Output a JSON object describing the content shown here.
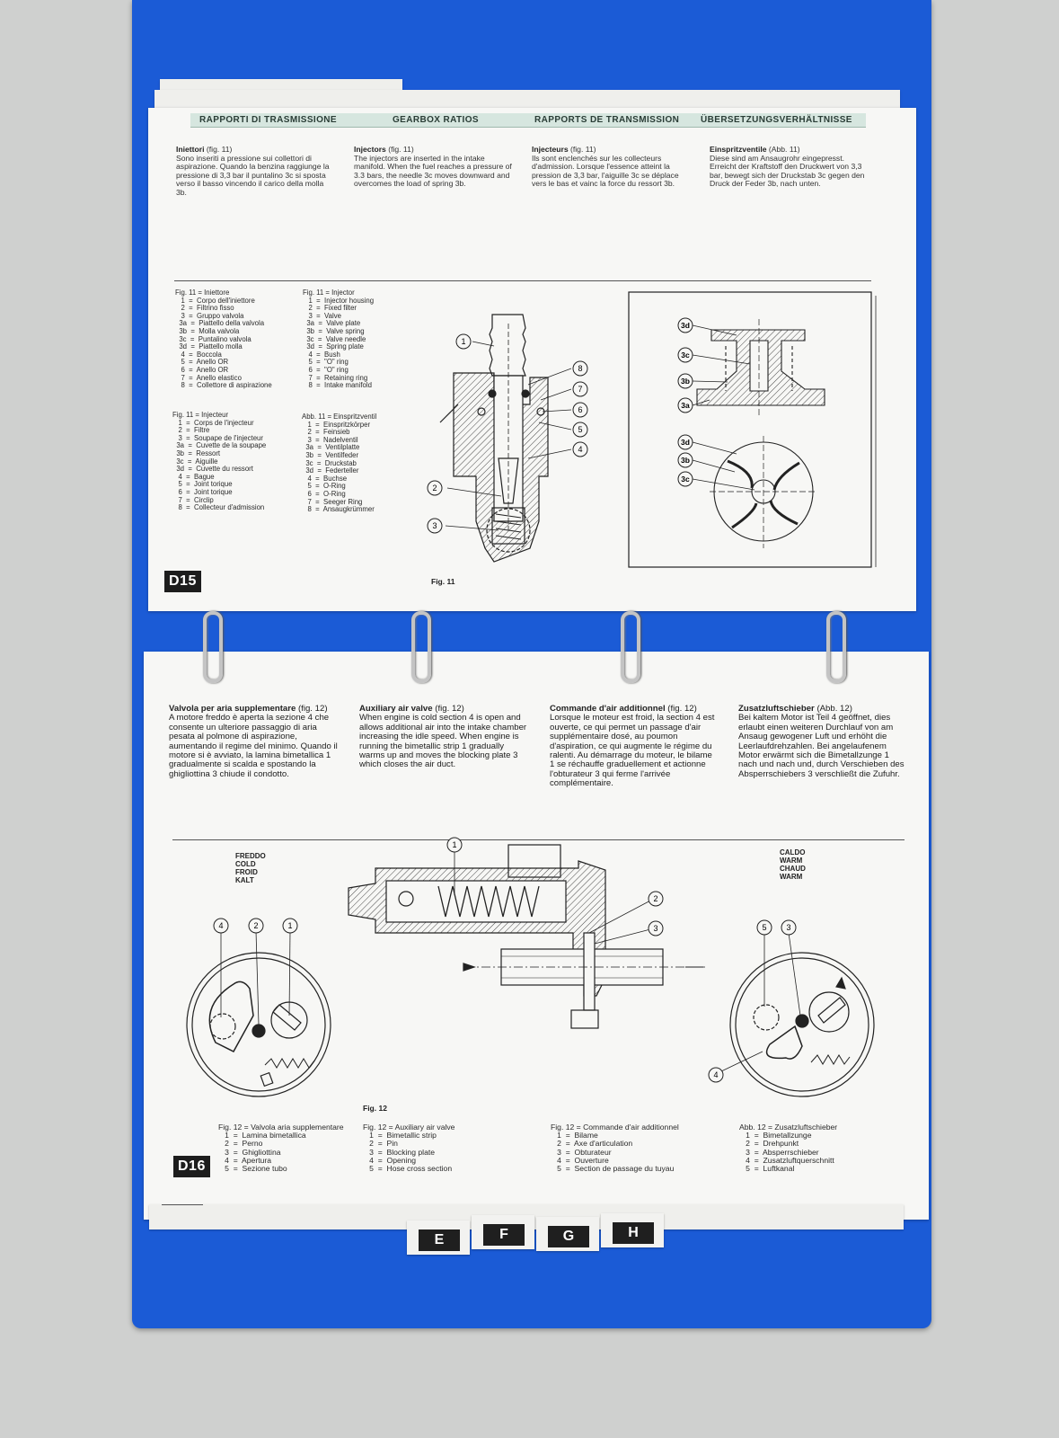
{
  "header": {
    "labels": [
      "RAPPORTI DI TRASMISSIONE",
      "GEARBOX RATIOS",
      "RAPPORTS DE TRANSMISSION",
      "ÜBERSETZUNGSVERHÄLTNISSE"
    ]
  },
  "page_d15": {
    "stamp": "D15",
    "columns": [
      {
        "title": "Iniettori",
        "ref": "(fig. 11)",
        "body": "Sono inseriti a pressione sui collettori di aspirazione. Quando la benzina raggiunge la pressione di 3,3 bar il puntalino 3c si sposta verso il basso vincendo il carico della molla 3b."
      },
      {
        "title": "Injectors",
        "ref": "(fig. 11)",
        "body": "The injectors are inserted in the intake manifold. When the fuel reaches a pressure of 3.3 bars, the needle 3c moves downward and overcomes the load of spring 3b."
      },
      {
        "title": "Injecteurs",
        "ref": "(fig. 11)",
        "body": "Ils sont enclenchés sur les collecteurs d'admission. Lorsque l'essence atteint la pression de 3,3 bar, l'aiguille 3c se déplace vers le bas et vainc la force du ressort 3b."
      },
      {
        "title": "Einspritzventile",
        "ref": "(Abb. 11)",
        "body": "Diese sind am Ansaugrohr eingepresst. Erreicht der Kraftstoff den Druckwert von 3,3 bar, bewegt sich der Druckstab 3c gegen den Druck der Feder 3b, nach unten."
      }
    ],
    "legends": [
      "Fig. 11 = Iniettore\n   1  =  Corpo dell'iniettore\n   2  =  Filtrino fisso\n   3  =  Gruppo valvola\n  3a  =  Piattello della valvola\n  3b  =  Molla valvola\n  3c  =  Puntalino valvola\n  3d  =  Piattello molla\n   4  =  Boccola\n   5  =  Anello OR\n   6  =  Anello OR\n   7  =  Anello elastico\n   8  =  Collettore di aspirazione",
      "Fig. 11 = Injector\n   1  =  Injector housing\n   2  =  Fixed filter\n   3  =  Valve\n  3a  =  Valve plate\n  3b  =  Valve spring\n  3c  =  Valve needle\n  3d  =  Spring plate\n   4  =  Bush\n   5  =  \"O\" ring\n   6  =  \"O\" ring\n   7  =  Retaining ring\n   8  =  Intake manifold",
      "Fig. 11 = Injecteur\n   1  =  Corps de l'injecteur\n   2  =  Filtre\n   3  =  Soupape de l'injecteur\n  3a  =  Cuvette de la soupape\n  3b  =  Ressort\n  3c  =  Aiguille\n  3d  =  Cuvette du ressort\n   4  =  Bague\n   5  =  Joint torique\n   6  =  Joint torique\n   7  =  Circlip\n   8  =  Collecteur d'admission",
      "Abb. 11 = Einspritzventil\n   1  =  Einspritzkörper\n   2  =  Feinsieb\n   3  =  Nadelventil\n  3a  =  Ventilplatte\n  3b  =  Ventilfeder\n  3c  =  Druckstab\n  3d  =  Federteller\n   4  =  Buchse\n   5  =  O-Ring\n   6  =  O-Ring\n   7  =  Seeger Ring\n   8  =  Ansaugkrümmer"
    ],
    "fig_caption": "Fig. 11",
    "callouts_left": [
      "1",
      "2",
      "3"
    ],
    "callouts_right": [
      "8",
      "7",
      "6",
      "5",
      "4"
    ],
    "callouts_detail": [
      "3d",
      "3c",
      "3b",
      "3a",
      "3d",
      "3b",
      "3c"
    ]
  },
  "page_d16": {
    "stamp": "D16",
    "columns": [
      {
        "title": "Valvola per aria supplementare",
        "ref": "(fig. 12)",
        "body": "A motore freddo è aperta la sezione 4 che consente un ulteriore passaggio di aria pesata al polmone di aspirazione, aumentando il regime del minimo. Quando il motore si è avviato, la lamina bimetallica 1 gradualmente si scalda e spostando la ghigliottina 3 chiude il condotto."
      },
      {
        "title": "Auxiliary air valve",
        "ref": "(fig. 12)",
        "body": "When engine is cold section 4 is open and allows additional air into the intake chamber increasing the idle speed. When engine is running the bimetallic strip 1 gradually warms up and moves the blocking plate 3 which closes the air duct."
      },
      {
        "title": "Commande d'air additionnel",
        "ref": "(fig. 12)",
        "body": "Lorsque le moteur est froid, la section 4 est ouverte, ce qui permet un passage d'air supplémentaire dosé, au poumon d'aspiration, ce qui augmente le régime du ralenti. Au démarrage du moteur, le bilame 1 se réchauffe graduellement et actionne l'obturateur 3 qui ferme l'arrivée complémentaire."
      },
      {
        "title": "Zusatzluftschieber",
        "ref": "(Abb. 12)",
        "body": "Bei kaltem Motor ist Teil 4 geöffnet, dies erlaubt einen weiteren Durchlauf von am Ansaug gewogener Luft und erhöht die Leerlaufdrehzahlen. Bei angelaufenem Motor erwärmt sich die Bimetallzunge 1 nach und nach und, durch Verschieben des Absperrschiebers 3 verschließt die Zufuhr."
      }
    ],
    "cold_label": "FREDDO\nCOLD\nFROID\nKALT",
    "warm_label": "CALDO\nWARM\nCHAUD\nWARM",
    "fig_caption": "Fig. 12",
    "legends": [
      "Fig. 12 = Valvola aria supplementare\n   1  =  Lamina bimetallica\n   2  =  Perno\n   3  =  Ghigliottina\n   4  =  Apertura\n   5  =  Sezione tubo",
      "Fig. 12 = Auxiliary air valve\n   1  =  Bimetallic strip\n   2  =  Pin\n   3  =  Blocking plate\n   4  =  Opening\n   5  =  Hose cross section",
      "Fig. 12 = Commande d'air additionnel\n   1  =  Bilame\n   2  =  Axe d'articulation\n   3  =  Obturateur\n   4  =  Ouverture\n   5  =  Section de passage du tuyau",
      "Abb. 12 = Zusatzluftschieber\n   1  =  Bimetallzunge\n   2  =  Drehpunkt\n   3  =  Absperrschieber\n   4  =  Zusatzluftquerschnitt\n   5  =  Luftkanal"
    ],
    "callouts_cold": [
      "4",
      "2",
      "1"
    ],
    "callouts_center": [
      "1",
      "2",
      "3"
    ],
    "callouts_warm": [
      "5",
      "3",
      "4"
    ]
  },
  "tabs": [
    "E",
    "F",
    "G",
    "H"
  ],
  "colors": {
    "binder": "#1b5bd6",
    "page": "#f7f7f5",
    "header_band": "#d6e6df"
  }
}
